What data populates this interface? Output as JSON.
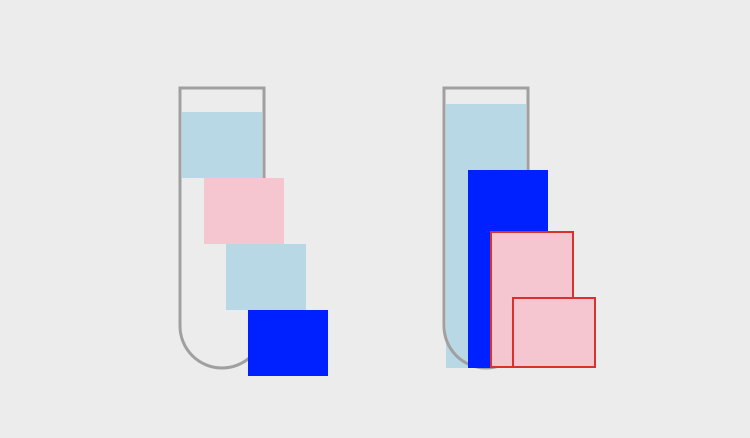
{
  "colors": {
    "background": "#ececec",
    "tube_outline": "#a0a0a0",
    "light_blue": "#b7d8e4",
    "pink": "#f5c6cf",
    "blue": "#0021ff",
    "selected_outline": "#d9312b"
  },
  "tubes": [
    {
      "id": "tube-1",
      "liquid": "light_blue",
      "blocks": [
        {
          "color": "light_blue",
          "highlighted": false
        },
        {
          "color": "pink",
          "highlighted": false
        },
        {
          "color": "light_blue",
          "highlighted": false
        },
        {
          "color": "blue",
          "highlighted": false
        }
      ]
    },
    {
      "id": "tube-2",
      "liquid": "light_blue",
      "blocks": [
        {
          "color": "blue",
          "highlighted": false
        },
        {
          "color": "pink",
          "highlighted": true
        },
        {
          "color": "pink",
          "highlighted": true
        }
      ]
    }
  ]
}
